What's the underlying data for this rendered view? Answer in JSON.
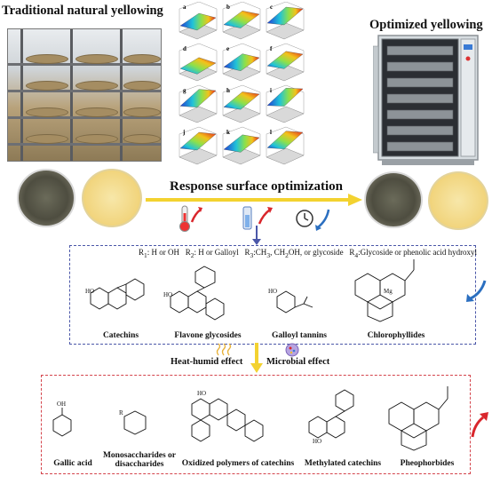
{
  "titles": {
    "left": "Traditional natural yellowing",
    "right": "Optimized yellowing"
  },
  "center": {
    "label": "Response surface optimization",
    "panel_letters": [
      "a",
      "b",
      "c",
      "d",
      "e",
      "f",
      "g",
      "h",
      "i",
      "j",
      "k",
      "l"
    ]
  },
  "substituents": {
    "r1": "R",
    "r1_sub": "1",
    "r1_text": ": H or OH",
    "r2": "R",
    "r2_sub": "2",
    "r2_text": ": H or Galloyl",
    "r3": "R",
    "r3_sub": "3",
    "r3_text": ":CH",
    "r3_sub2": "3",
    "r3_text2": ", CH",
    "r3_sub3": "2",
    "r3_text3": "OH, or glycoside",
    "r4": "R",
    "r4_sub": "4",
    "r4_text": ":Glycoside or phenolic acid hydroxyl"
  },
  "precursors": [
    "Catechins",
    "Flavone glycosides",
    "Galloyl tannins",
    "Chlorophyllides"
  ],
  "effects": {
    "heat": "Heat-humid effect",
    "microbial": "Microbial effect"
  },
  "products": [
    "Gallic acid",
    "Monosaccharides or disaccharides",
    "Oxidized polymers of catechins",
    "Methylated catechins",
    "Pheophorbides"
  ],
  "colors": {
    "arrow_yellow": "#f3d230",
    "box_blue": "#4b57a8",
    "box_red": "#d4434b",
    "arrow_red": "#d9262c",
    "arrow_blue": "#2b6fc0"
  },
  "icons": [
    "thermometer-icon",
    "humidity-gauge-icon",
    "clock-icon"
  ]
}
